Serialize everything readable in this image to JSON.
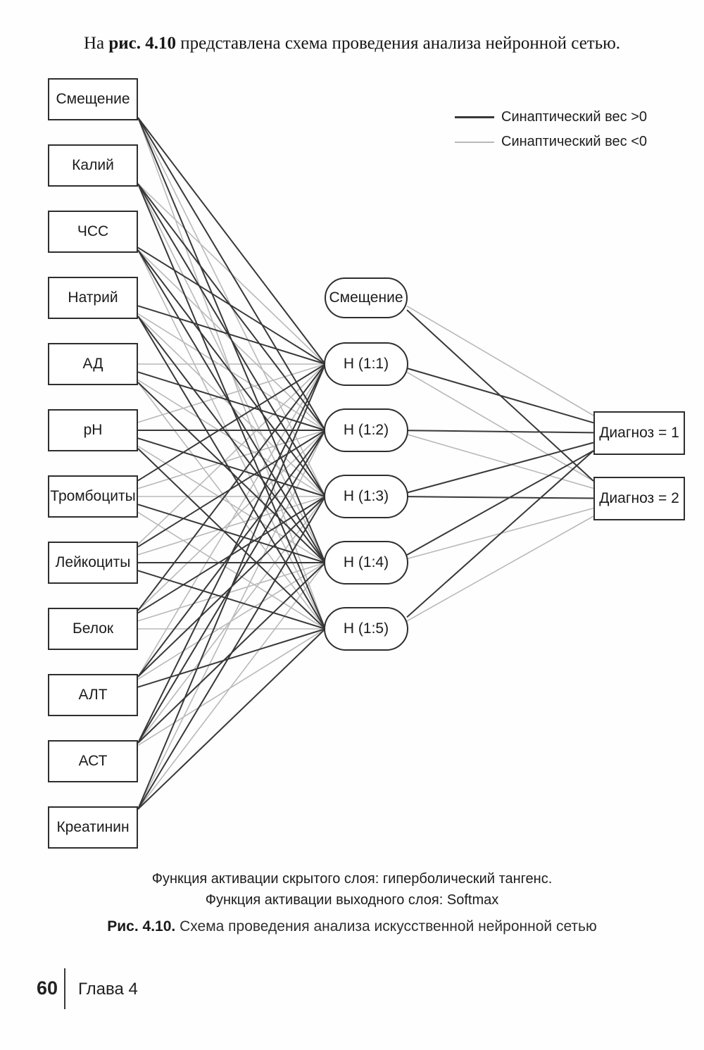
{
  "intro": {
    "prefix": "На ",
    "figure_ref": "рис. 4.10",
    "suffix": " представлена схема проведения анализа нейронной сетью."
  },
  "legend": {
    "positive_label": "Синаптический вес >0",
    "negative_label": "Синаптический вес <0"
  },
  "network": {
    "input_nodes": [
      {
        "id": "bias",
        "label": "Смещение"
      },
      {
        "id": "kaliy",
        "label": "Калий"
      },
      {
        "id": "chss",
        "label": "ЧСС"
      },
      {
        "id": "natriy",
        "label": "Натрий"
      },
      {
        "id": "ad",
        "label": "АД"
      },
      {
        "id": "ph",
        "label": "pH"
      },
      {
        "id": "trombocity",
        "label": "Тромбоциты"
      },
      {
        "id": "leykocity",
        "label": "Лейкоциты"
      },
      {
        "id": "belok",
        "label": "Белок"
      },
      {
        "id": "alt",
        "label": "АЛТ"
      },
      {
        "id": "ast",
        "label": "АСТ"
      },
      {
        "id": "kreatinin",
        "label": "Креатинин"
      }
    ],
    "hidden_nodes": [
      {
        "id": "hbias",
        "label": "Смещение"
      },
      {
        "id": "h1",
        "label": "H (1:1)"
      },
      {
        "id": "h2",
        "label": "H (1:2)"
      },
      {
        "id": "h3",
        "label": "H (1:3)"
      },
      {
        "id": "h4",
        "label": "H (1:4)"
      },
      {
        "id": "h5",
        "label": "H (1:5)"
      }
    ],
    "output_nodes": [
      {
        "id": "d1",
        "label": "Диагноз = 1"
      },
      {
        "id": "d2",
        "label": "Диагноз = 2"
      }
    ],
    "weights_input_hidden": [
      [
        "+",
        "+",
        "-",
        "+",
        "-"
      ],
      [
        "-",
        "+",
        "+",
        "-",
        "+"
      ],
      [
        "+",
        "-",
        "+",
        "+",
        "-"
      ],
      [
        "+",
        "-",
        "-",
        "+",
        "+"
      ],
      [
        "-",
        "+",
        "-",
        "+",
        "-"
      ],
      [
        "-",
        "+",
        "+",
        "-",
        "+"
      ],
      [
        "+",
        "-",
        "-",
        "+",
        "-"
      ],
      [
        "-",
        "+",
        "-",
        "+",
        "+"
      ],
      [
        "+",
        "-",
        "+",
        "-",
        "-"
      ],
      [
        "-",
        "+",
        "+",
        "-",
        "+"
      ],
      [
        "+",
        "+",
        "-",
        "+",
        "-"
      ],
      [
        "+",
        "-",
        "+",
        "-",
        "+"
      ]
    ],
    "weights_hidden_output": [
      [
        "-",
        "+"
      ],
      [
        "+",
        "-"
      ],
      [
        "+",
        "-"
      ],
      [
        "+",
        "+"
      ],
      [
        "+",
        "-"
      ],
      [
        "+",
        "-"
      ]
    ]
  },
  "colors": {
    "positive_line": "#383838",
    "negative_line": "#b9b9b9",
    "node_border": "#2e2e2e"
  },
  "activation_note": {
    "line1": "Функция активации скрытого слоя: гиперболический тангенс.",
    "line2": "Функция активации выходного слоя: Softmax"
  },
  "figure_caption": {
    "label": "Рис. 4.10.",
    "text": " Схема проведения анализа искусственной нейронной сетью"
  },
  "footer": {
    "page_number": "60",
    "chapter": "Глава 4"
  }
}
